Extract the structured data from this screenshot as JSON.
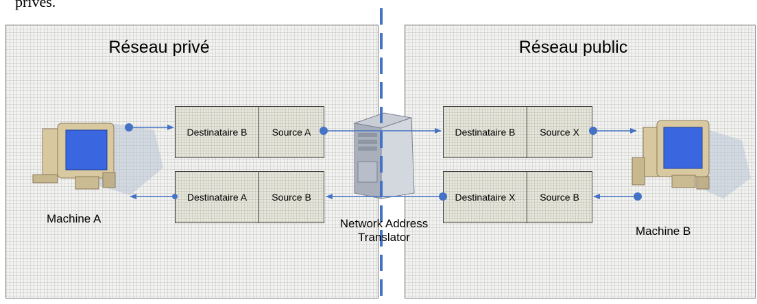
{
  "top_text": "privés.",
  "zones": {
    "private_title": "Réseau privé",
    "public_title": "Réseau public"
  },
  "packets": {
    "p1": {
      "dst": "Destinataire B",
      "src": "Source A"
    },
    "p2": {
      "dst": "Destinataire A",
      "src": "Source B"
    },
    "p3": {
      "dst": "Destinataire B",
      "src": "Source X"
    },
    "p4": {
      "dst": "Destinataire X",
      "src": "Source B"
    }
  },
  "machines": {
    "a": "Machine A",
    "b": "Machine B"
  },
  "nat": {
    "line1": "Network Address",
    "line2": "Translator"
  },
  "colors": {
    "arrow": "#4472c4",
    "divider": "#4472c4",
    "screen": "#3a66e0"
  }
}
